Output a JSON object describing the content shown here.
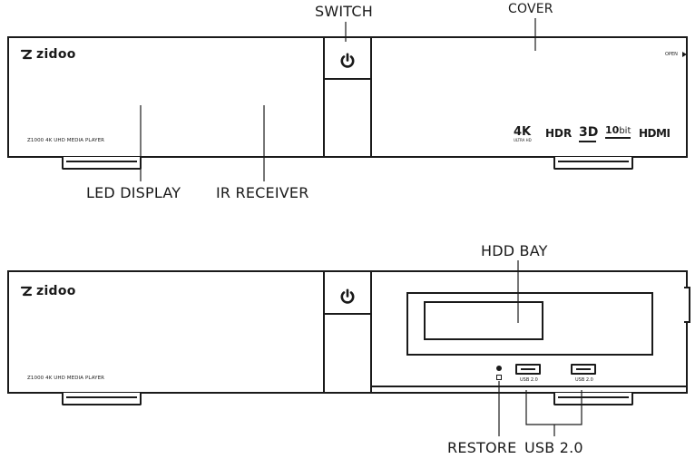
{
  "labels": {
    "switch": "SWITCH",
    "cover": "COVER",
    "led_display": "LED DISPLAY",
    "ir_receiver": "IR RECEIVER",
    "hdd_bay": "HDD BAY",
    "restore": "RESTORE",
    "usb": "USB 2.0"
  },
  "device": {
    "brand": "zidoo",
    "model": "Z1000 4K UHD MEDIA PLAYER",
    "open": "OPEN",
    "port_label": "USB 2.0"
  },
  "feature_logos": {
    "fourk": "4K",
    "fourk_sub": "ULTRA HD",
    "hdr": "HDR",
    "threed": "3D",
    "tenbit_num": "10",
    "tenbit_unit": "bit",
    "hdmi": "HDMI"
  },
  "icons": {
    "brand_mark": "zidoo-logo-icon",
    "power": "power-icon",
    "open_arrow": "triangle-right-icon"
  }
}
